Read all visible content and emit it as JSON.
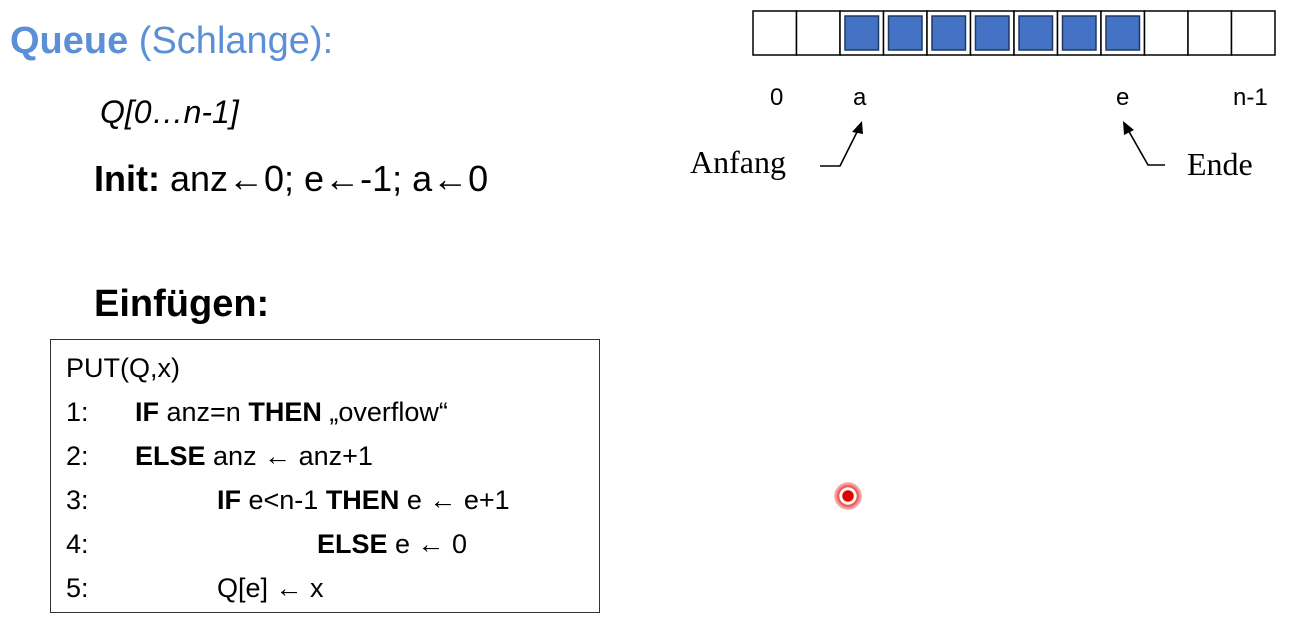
{
  "title": {
    "bold": "Queue",
    "rest": " (Schlange):"
  },
  "declaration": "Q[0…n-1]",
  "init": {
    "label": "Init:",
    "text": " anz←0; e←-1; a←0"
  },
  "insert_heading": "Einfügen:",
  "code": {
    "header": "PUT(Q,x)",
    "lines": [
      {
        "num": "1:",
        "parts": [
          {
            "t": "IF",
            "b": true
          },
          {
            "t": " anz=n ",
            "b": false
          },
          {
            "t": "THEN",
            "b": true
          },
          {
            "t": " „overflow“",
            "b": false
          }
        ]
      },
      {
        "num": "2:",
        "parts": [
          {
            "t": "ELSE",
            "b": true
          },
          {
            "t": " anz ← anz+1",
            "b": false
          }
        ]
      },
      {
        "num": "3:",
        "parts": [
          {
            "t": "IF",
            "b": true
          },
          {
            "t": " e<n-1 ",
            "b": false
          },
          {
            "t": "THEN",
            "b": true
          },
          {
            "t": " e ← e+1",
            "b": false
          }
        ]
      },
      {
        "num": "4:",
        "parts": [
          {
            "t": "ELSE",
            "b": true
          },
          {
            "t": " e ← 0",
            "b": false
          }
        ]
      },
      {
        "num": "5:",
        "parts": [
          {
            "t": "Q[e] ← x",
            "b": false
          }
        ]
      }
    ]
  },
  "array": {
    "cell_count": 12,
    "filled_cells": [
      2,
      3,
      4,
      5,
      6,
      7,
      8
    ],
    "fill_color": "#4472c4",
    "labels": {
      "start": "0",
      "a": "a",
      "e": "e",
      "end": "n-1"
    }
  },
  "annotations": {
    "anfang": "Anfang",
    "ende": "Ende"
  },
  "colors": {
    "title": "#5b8fd6",
    "laser": "#e00000"
  }
}
